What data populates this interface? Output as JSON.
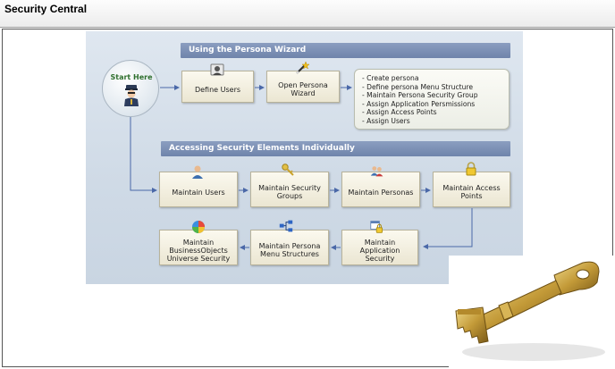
{
  "window": {
    "title": "Security Central"
  },
  "start": {
    "label": "Start Here"
  },
  "wizard_section": {
    "header": "Using the Persona Wizard",
    "steps": [
      {
        "label": "Define Users",
        "icon": "user-card-icon"
      },
      {
        "label": "Open Persona Wizard",
        "icon": "wizard-wand-icon"
      }
    ],
    "tasks": [
      "- Create persona",
      "- Define persona Menu Structure",
      "- Maintain Persona Security Group",
      "- Assign Application Persmissions",
      "- Assign Access Points",
      "- Assign Users"
    ]
  },
  "individual_section": {
    "header": "Accessing Security Elements Individually",
    "row1": [
      {
        "label": "Maintain Users",
        "icon": "user-icon"
      },
      {
        "label": "Maintain Security Groups",
        "icon": "keys-icon"
      },
      {
        "label": "Maintain Personas",
        "icon": "personas-icon"
      },
      {
        "label": "Maintain Access Points",
        "icon": "lock-icon"
      }
    ],
    "row2": [
      {
        "label": "Maintain Application Security",
        "icon": "application-lock-icon"
      },
      {
        "label": "Maintain Persona Menu Structures",
        "icon": "menu-tree-icon"
      },
      {
        "label": "Maintain BusinessObjects Universe Security",
        "icon": "universe-icon"
      }
    ]
  },
  "decoration": {
    "image": "brass-key-icon"
  },
  "colors": {
    "accent": "#7286ad",
    "start_label": "#2e6f2e",
    "arrow": "#4a68a8"
  }
}
